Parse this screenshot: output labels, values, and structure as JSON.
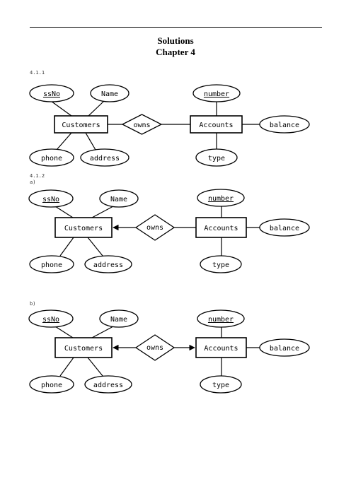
{
  "header": {
    "title": "Solutions",
    "subtitle": "Chapter 4"
  },
  "sections": [
    {
      "label": "4.1.1"
    },
    {
      "label": "4.1.2",
      "sublabel": "a)"
    },
    {
      "label": "b)"
    }
  ],
  "diagram": {
    "entity_customers": "Customers",
    "entity_accounts": "Accounts",
    "relationship": "owns",
    "attr_ssno": "ssNo",
    "attr_name": "Name",
    "attr_phone": "phone",
    "attr_address": "address",
    "attr_number": "number",
    "attr_balance": "balance",
    "attr_type": "type"
  }
}
